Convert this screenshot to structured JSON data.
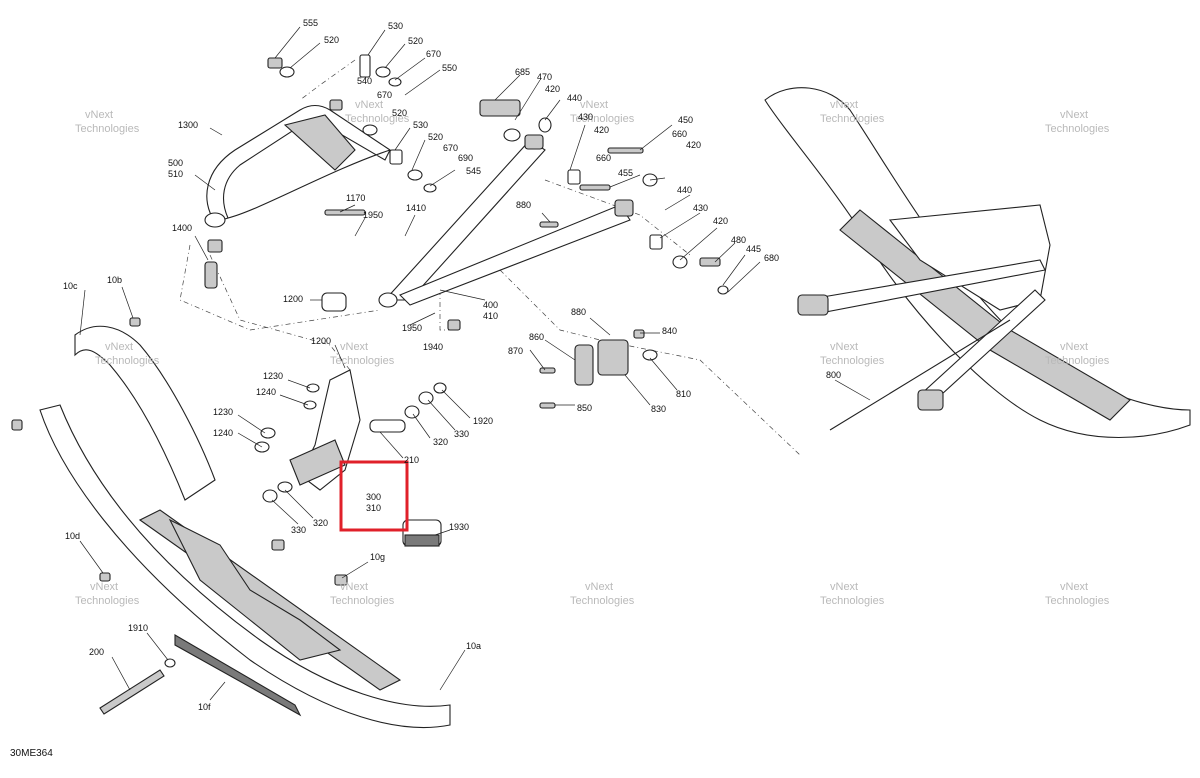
{
  "drawing_code": "30ME364",
  "watermark": {
    "line1": "vNext",
    "line2": "Technologies"
  },
  "highlight": {
    "color": "#e0202a",
    "labels": [
      "300",
      "310"
    ]
  },
  "callouts": [
    {
      "id": "555",
      "label": "555"
    },
    {
      "id": "520a",
      "label": "520"
    },
    {
      "id": "530a",
      "label": "530"
    },
    {
      "id": "520b",
      "label": "520"
    },
    {
      "id": "670a",
      "label": "670"
    },
    {
      "id": "550",
      "label": "550"
    },
    {
      "id": "540",
      "label": "540"
    },
    {
      "id": "670b",
      "label": "670"
    },
    {
      "id": "520c",
      "label": "520"
    },
    {
      "id": "530b",
      "label": "530"
    },
    {
      "id": "520d",
      "label": "520"
    },
    {
      "id": "670c",
      "label": "670"
    },
    {
      "id": "690",
      "label": "690"
    },
    {
      "id": "545",
      "label": "545"
    },
    {
      "id": "1300",
      "label": "1300"
    },
    {
      "id": "500",
      "label": "500"
    },
    {
      "id": "510",
      "label": "510"
    },
    {
      "id": "685",
      "label": "685"
    },
    {
      "id": "470",
      "label": "470"
    },
    {
      "id": "420a",
      "label": "420"
    },
    {
      "id": "440a",
      "label": "440"
    },
    {
      "id": "430a",
      "label": "430"
    },
    {
      "id": "450",
      "label": "450"
    },
    {
      "id": "420b",
      "label": "420"
    },
    {
      "id": "660a",
      "label": "660"
    },
    {
      "id": "660b",
      "label": "660"
    },
    {
      "id": "420c",
      "label": "420"
    },
    {
      "id": "455",
      "label": "455"
    },
    {
      "id": "440b",
      "label": "440"
    },
    {
      "id": "430b",
      "label": "430"
    },
    {
      "id": "420d",
      "label": "420"
    },
    {
      "id": "480",
      "label": "480"
    },
    {
      "id": "445",
      "label": "445"
    },
    {
      "id": "680",
      "label": "680"
    },
    {
      "id": "1170",
      "label": "1170"
    },
    {
      "id": "1950a",
      "label": "1950"
    },
    {
      "id": "1410",
      "label": "1410"
    },
    {
      "id": "880a",
      "label": "880"
    },
    {
      "id": "1400",
      "label": "1400"
    },
    {
      "id": "1200a",
      "label": "1200"
    },
    {
      "id": "400",
      "label": "400"
    },
    {
      "id": "410",
      "label": "410"
    },
    {
      "id": "1950b",
      "label": "1950"
    },
    {
      "id": "1940",
      "label": "1940"
    },
    {
      "id": "880b",
      "label": "880"
    },
    {
      "id": "840",
      "label": "840"
    },
    {
      "id": "860",
      "label": "860"
    },
    {
      "id": "870",
      "label": "870"
    },
    {
      "id": "810",
      "label": "810"
    },
    {
      "id": "830",
      "label": "830"
    },
    {
      "id": "850",
      "label": "850"
    },
    {
      "id": "1200b",
      "label": "1200"
    },
    {
      "id": "1230a",
      "label": "1230"
    },
    {
      "id": "1240a",
      "label": "1240"
    },
    {
      "id": "1920",
      "label": "1920"
    },
    {
      "id": "330a",
      "label": "330"
    },
    {
      "id": "320a",
      "label": "320"
    },
    {
      "id": "1230b",
      "label": "1230"
    },
    {
      "id": "1240b",
      "label": "1240"
    },
    {
      "id": "210",
      "label": "210"
    },
    {
      "id": "300",
      "label": "300"
    },
    {
      "id": "310",
      "label": "310"
    },
    {
      "id": "330b",
      "label": "330"
    },
    {
      "id": "320b",
      "label": "320"
    },
    {
      "id": "1930",
      "label": "1930"
    },
    {
      "id": "10c",
      "label": "10c"
    },
    {
      "id": "10b",
      "label": "10b"
    },
    {
      "id": "10d",
      "label": "10d"
    },
    {
      "id": "10g",
      "label": "10g"
    },
    {
      "id": "1910",
      "label": "1910"
    },
    {
      "id": "200",
      "label": "200"
    },
    {
      "id": "10a",
      "label": "10a"
    },
    {
      "id": "10f",
      "label": "10f"
    },
    {
      "id": "800",
      "label": "800"
    }
  ]
}
